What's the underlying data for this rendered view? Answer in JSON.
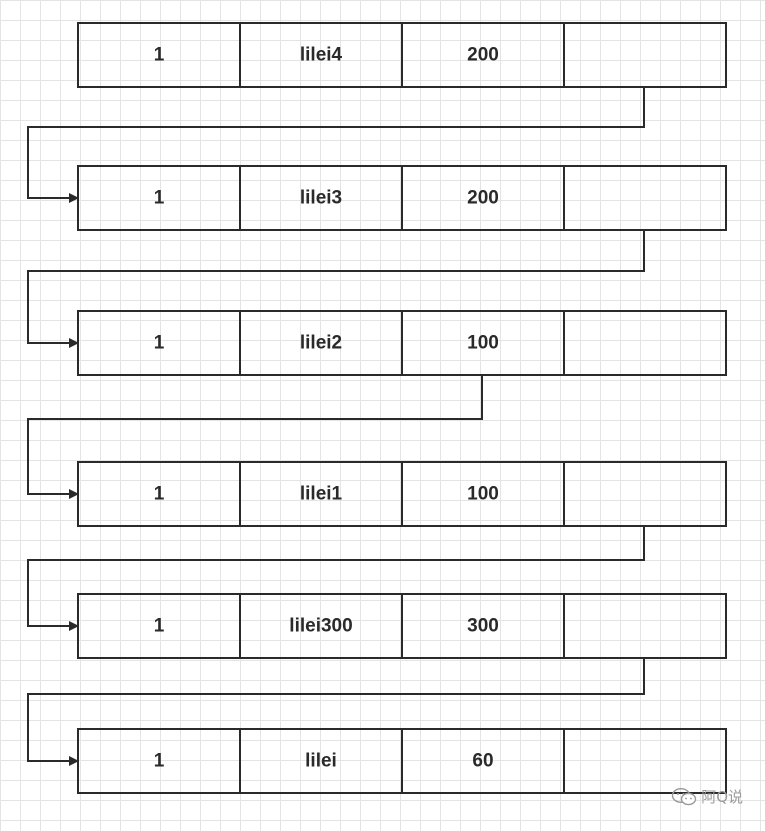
{
  "rows": [
    {
      "cells": [
        "1",
        "lilei4",
        "200",
        ""
      ]
    },
    {
      "cells": [
        "1",
        "lilei3",
        "200",
        ""
      ]
    },
    {
      "cells": [
        "1",
        "lilei2",
        "100",
        ""
      ]
    },
    {
      "cells": [
        "1",
        "lilei1",
        "100",
        ""
      ]
    },
    {
      "cells": [
        "1",
        "lilei300",
        "300",
        ""
      ]
    },
    {
      "cells": [
        "1",
        "lilei",
        "60",
        ""
      ]
    }
  ],
  "watermark": {
    "text": "阿Q说",
    "icon": "wechat-icon"
  },
  "colors": {
    "stroke": "#2a2a2a",
    "grid": "#e4e4e4",
    "background": "#ffffff",
    "watermark": "#9a9a9a"
  }
}
